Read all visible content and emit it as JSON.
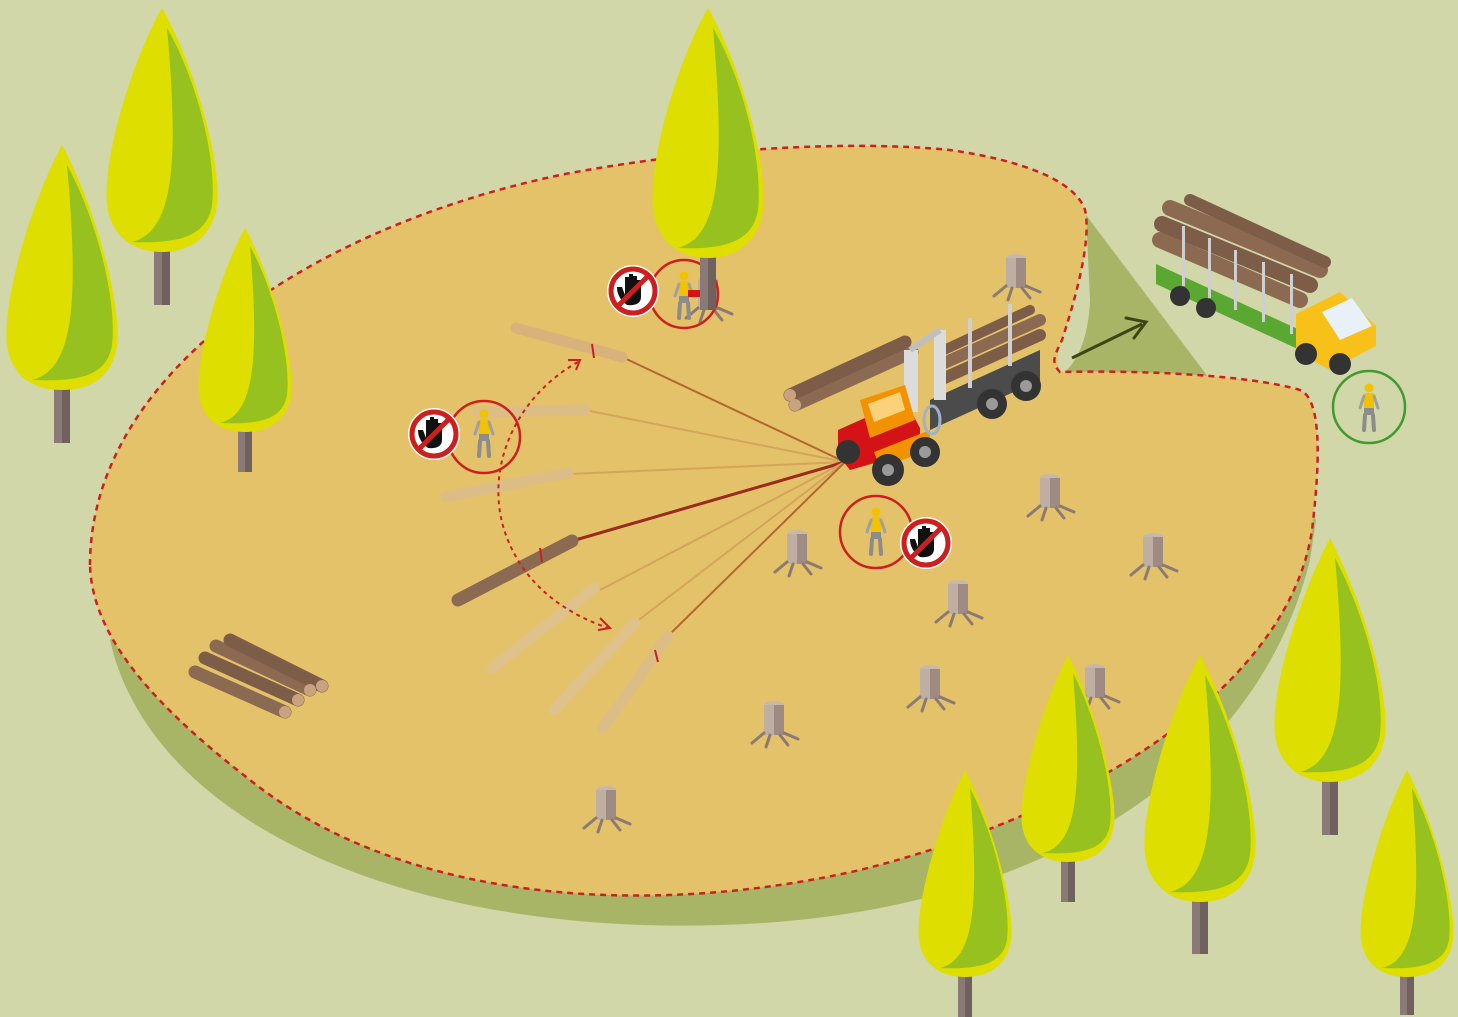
{
  "diagram": {
    "colors": {
      "background": "#d1d7a8",
      "clearing_fill": "#e4c26a",
      "clearing_edge": "#a9b566",
      "danger_zone": "#cc1f1f",
      "safe_zone": "#3f9a2f",
      "tree_light": "#dede00",
      "tree_dark": "#96c11f",
      "trunk": "#8a7a76",
      "log": "#8c6a52",
      "forwarder_cab": "#f39200",
      "forwarder_body": "#d41317",
      "truck_cab": "#f7c11a",
      "truck_bed": "#5aa832",
      "arrow": "#3c4513"
    },
    "icons": {
      "stop_sign": "stop-hand-icon",
      "worker": "worker-icon",
      "forwarder": "forwarder-icon",
      "truck": "timber-truck-icon",
      "tree": "tree-icon",
      "stump": "stump-icon",
      "log_pile": "log-pile-icon"
    },
    "zones": [
      {
        "name": "felling-worker-danger-zone",
        "status": "danger",
        "has_stop_sign": true
      },
      {
        "name": "cable-worker-danger-zone",
        "status": "danger",
        "has_stop_sign": true
      },
      {
        "name": "forwarder-worker-danger-zone",
        "status": "danger",
        "has_stop_sign": true
      },
      {
        "name": "truck-worker-safe-zone",
        "status": "safe",
        "has_stop_sign": false
      }
    ]
  }
}
